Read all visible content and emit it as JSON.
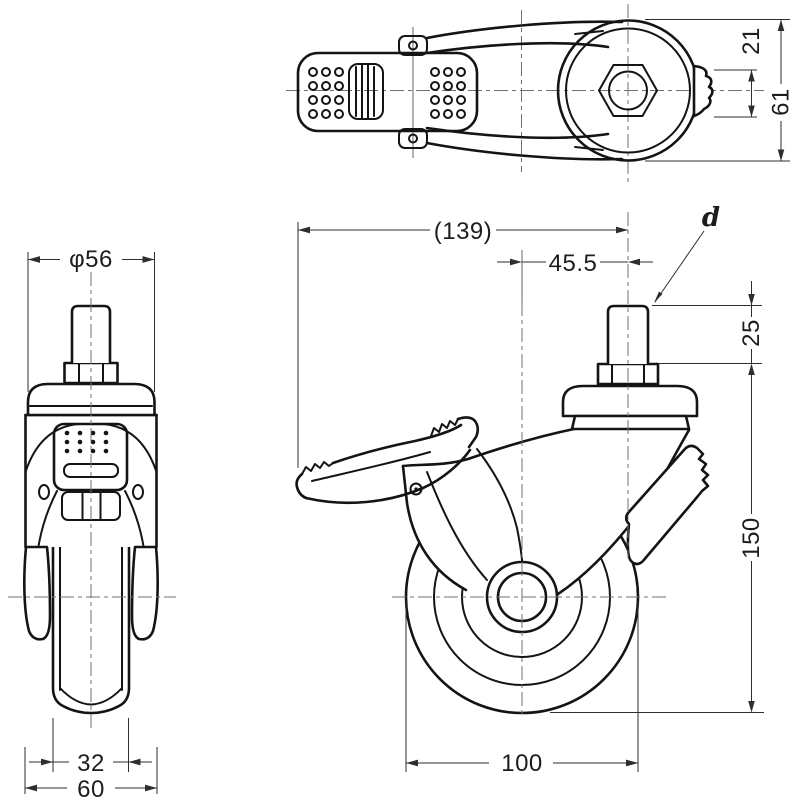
{
  "dims": {
    "top_release_width": "21",
    "top_overall_width": "61",
    "front_plate_diameter": "φ56",
    "front_wheel_width": "32",
    "front_overall_width": "60",
    "side_overall_length": "(139)",
    "side_swivel_offset": "45.5",
    "side_stem_label": "d",
    "side_stem_length": "25",
    "side_overall_height": "150",
    "side_wheel_diameter": "100"
  },
  "colors": {
    "line": "#141414",
    "dimension": "#2e2e2e",
    "centerline": "#707070",
    "background": "#ffffff"
  }
}
